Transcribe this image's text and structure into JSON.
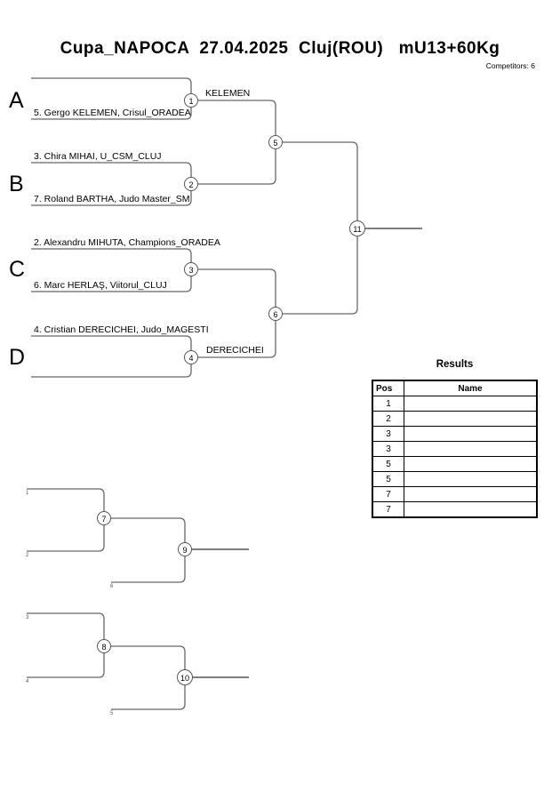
{
  "tournament": {
    "title": "Cupa_NAPOCA  27.04.2025  Cluj(ROU)   mU13+60Kg",
    "competitors": "Competitors: 6"
  },
  "colors": {
    "line": "#666666",
    "node_border": "#555555",
    "text": "#000000"
  },
  "bracket": {
    "letters": {
      "a": "A",
      "b": "B",
      "c": "C",
      "d": "D"
    },
    "competitors": {
      "a_bottom": "5. Gergo KELEMEN, Crisul_ORADEA",
      "b_top": "3. Chira MIHAI, U_CSM_CLUJ",
      "b_bottom": "7. Roland BARTHA, Judo Master_SM",
      "c_top": "2. Alexandru MIHUTA, Champions_ORADEA",
      "c_bottom": "6. Marc HERLAŞ, Viitorul_CLUJ",
      "d_top": "4. Cristian DERECICHEI, Judo_MAGESTI"
    },
    "winner_labels": {
      "match1": "KELEMEN",
      "match4": "DERECICHEI"
    },
    "match_numbers": {
      "m1": "1",
      "m2": "2",
      "m3": "3",
      "m4": "4",
      "m5": "5",
      "m6": "6",
      "m11": "11"
    }
  },
  "repechage": {
    "match_numbers": {
      "m7": "7",
      "m8": "8",
      "m9": "9",
      "m10": "10"
    },
    "feed_labels": {
      "f1": "1",
      "f2": "2",
      "f3": "3",
      "f4": "4",
      "f5": "5",
      "f6": "6"
    }
  },
  "results": {
    "title": "Results",
    "col_pos": "Pos",
    "col_name": "Name",
    "rows": [
      {
        "pos": "1",
        "name": ""
      },
      {
        "pos": "2",
        "name": ""
      },
      {
        "pos": "3",
        "name": ""
      },
      {
        "pos": "3",
        "name": ""
      },
      {
        "pos": "5",
        "name": ""
      },
      {
        "pos": "5",
        "name": ""
      },
      {
        "pos": "7",
        "name": ""
      },
      {
        "pos": "7",
        "name": ""
      }
    ]
  }
}
